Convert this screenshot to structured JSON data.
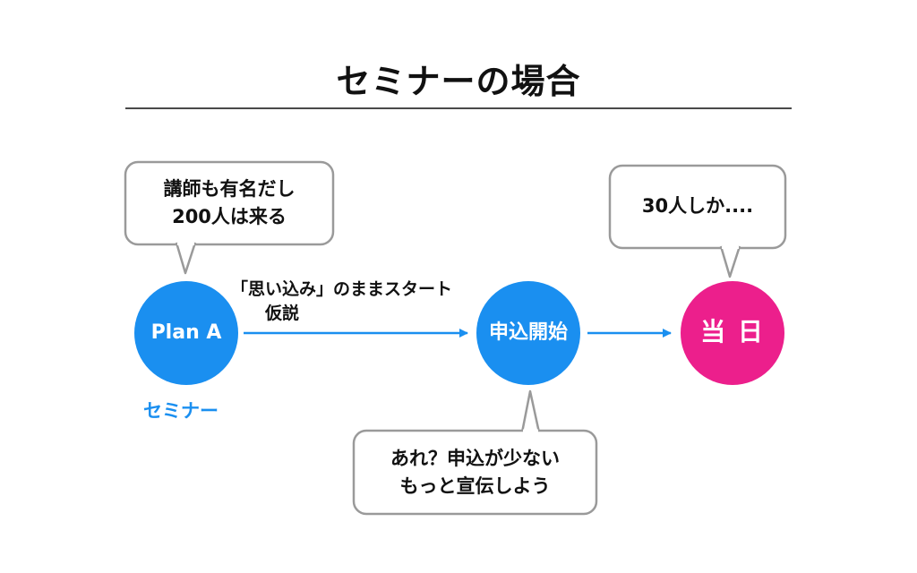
{
  "title": "セミナーの場合",
  "colors": {
    "blue": "#1a8ff0",
    "pink": "#ec1f8c",
    "bubble_border": "#9a9a9a"
  },
  "nodes": {
    "plan_a": "Plan A",
    "apply_start": "申込開始",
    "day_of": "当 日"
  },
  "bubbles": {
    "plan_a": [
      "講師も有名だし",
      "200人は来る"
    ],
    "day_of": "30人しか....",
    "apply_start": [
      "あれ？申込が少ない",
      "もっと宣伝しよう"
    ]
  },
  "notes": {
    "hypothesis": [
      "「思い込み」のままスタート",
      "仮説"
    ]
  },
  "captions": {
    "plan_a": "セミナー"
  }
}
